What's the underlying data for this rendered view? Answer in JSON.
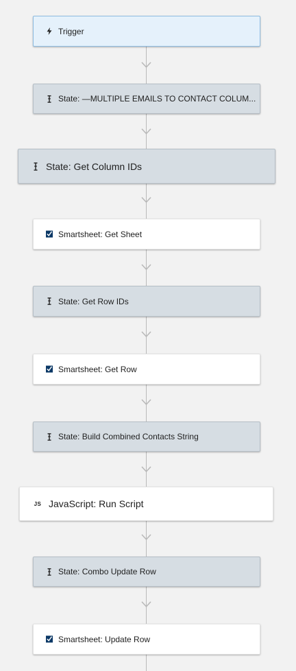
{
  "workflow": {
    "steps": [
      {
        "kind": "trigger",
        "icon": "lightning-icon",
        "label": "Trigger"
      },
      {
        "kind": "state",
        "icon": "state-icon",
        "label": "State: —MULTIPLE EMAILS TO CONTACT COLUM..."
      },
      {
        "kind": "state",
        "icon": "state-icon",
        "label": "State: Get Column IDs"
      },
      {
        "kind": "action",
        "icon": "smartsheet-icon",
        "label": "Smartsheet: Get Sheet"
      },
      {
        "kind": "state",
        "icon": "state-icon",
        "label": "State: Get Row IDs"
      },
      {
        "kind": "action",
        "icon": "smartsheet-icon",
        "label": "Smartsheet: Get Row"
      },
      {
        "kind": "state",
        "icon": "state-icon",
        "label": "State: Build Combined Contacts String"
      },
      {
        "kind": "action",
        "icon": "javascript-icon",
        "icon_text": "JS",
        "label": "JavaScript: Run Script"
      },
      {
        "kind": "state",
        "icon": "state-icon",
        "label": "State: Combo Update Row"
      },
      {
        "kind": "action",
        "icon": "smartsheet-icon",
        "label": "Smartsheet: Update Row"
      }
    ]
  },
  "colors": {
    "trigger_bg": "#e5f1fb",
    "state_bg": "#d6dde3",
    "action_bg": "#ffffff",
    "connector": "#b9b9b9",
    "smartsheet_brand": "#0b3866"
  }
}
